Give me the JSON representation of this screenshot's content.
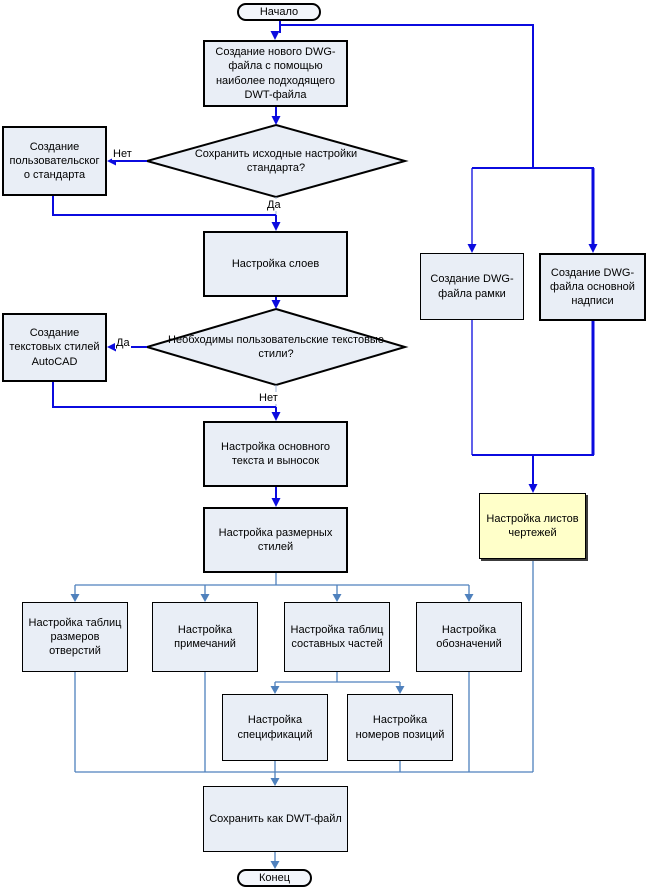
{
  "diagram": {
    "type": "flowchart",
    "language": "ru",
    "colors": {
      "background": "#ffffff",
      "node_fill": "#e9eef6",
      "terminator_fill": "#f3f6fb",
      "highlight_fill": "#ffffc9",
      "node_border": "#000000",
      "main_flow_line": "#0b0bdf",
      "sub_flow_line": "#4f81bd",
      "text": "#000000"
    },
    "nodes": {
      "start": {
        "type": "terminator",
        "label": "Начало"
      },
      "create_dwg": {
        "type": "process",
        "label": "Создание нового DWG-файла с помощью наиболее подходящего DWT-файла"
      },
      "keep_settings": {
        "type": "decision",
        "label": "Сохранить исходные настройки стандарта?"
      },
      "create_standard": {
        "type": "process",
        "label": "Создание пользовательского стандарта"
      },
      "layers": {
        "type": "process",
        "label": "Настройка слоев"
      },
      "need_text_styles": {
        "type": "decision",
        "label": "Необходимы пользовательские текстовые стили?"
      },
      "create_text_styles": {
        "type": "process",
        "label": "Создание текстовых стилей AutoCAD"
      },
      "main_text": {
        "type": "process",
        "label": "Настройка основного текста и выносок"
      },
      "dim_styles": {
        "type": "process",
        "label": "Настройка размерных стилей"
      },
      "hole_tables": {
        "type": "process",
        "label": "Настройка таблиц размеров отверстий"
      },
      "notes": {
        "type": "process",
        "label": "Настройка примечаний"
      },
      "parts_tables": {
        "type": "process",
        "label": "Настройка таблиц составных частей"
      },
      "designations": {
        "type": "process",
        "label": "Настройка обозначений"
      },
      "specs": {
        "type": "process",
        "label": "Настройка спецификаций"
      },
      "item_numbers": {
        "type": "process",
        "label": "Настройка номеров позиций"
      },
      "frame_dwg": {
        "type": "process",
        "label": "Создание DWG-файла рамки"
      },
      "title_block_dwg": {
        "type": "process",
        "label": "Создание DWG-файла основной надписи"
      },
      "sheets": {
        "type": "process-highlighted",
        "label": "Настройка листов чертежей"
      },
      "save_dwt": {
        "type": "process",
        "label": "Сохранить как DWT-файл"
      },
      "end": {
        "type": "terminator",
        "label": "Конец"
      }
    },
    "edge_labels": {
      "d1_no": "Нет",
      "d1_yes": "Да",
      "d2_yes": "Да",
      "d2_no": "Нет"
    }
  }
}
